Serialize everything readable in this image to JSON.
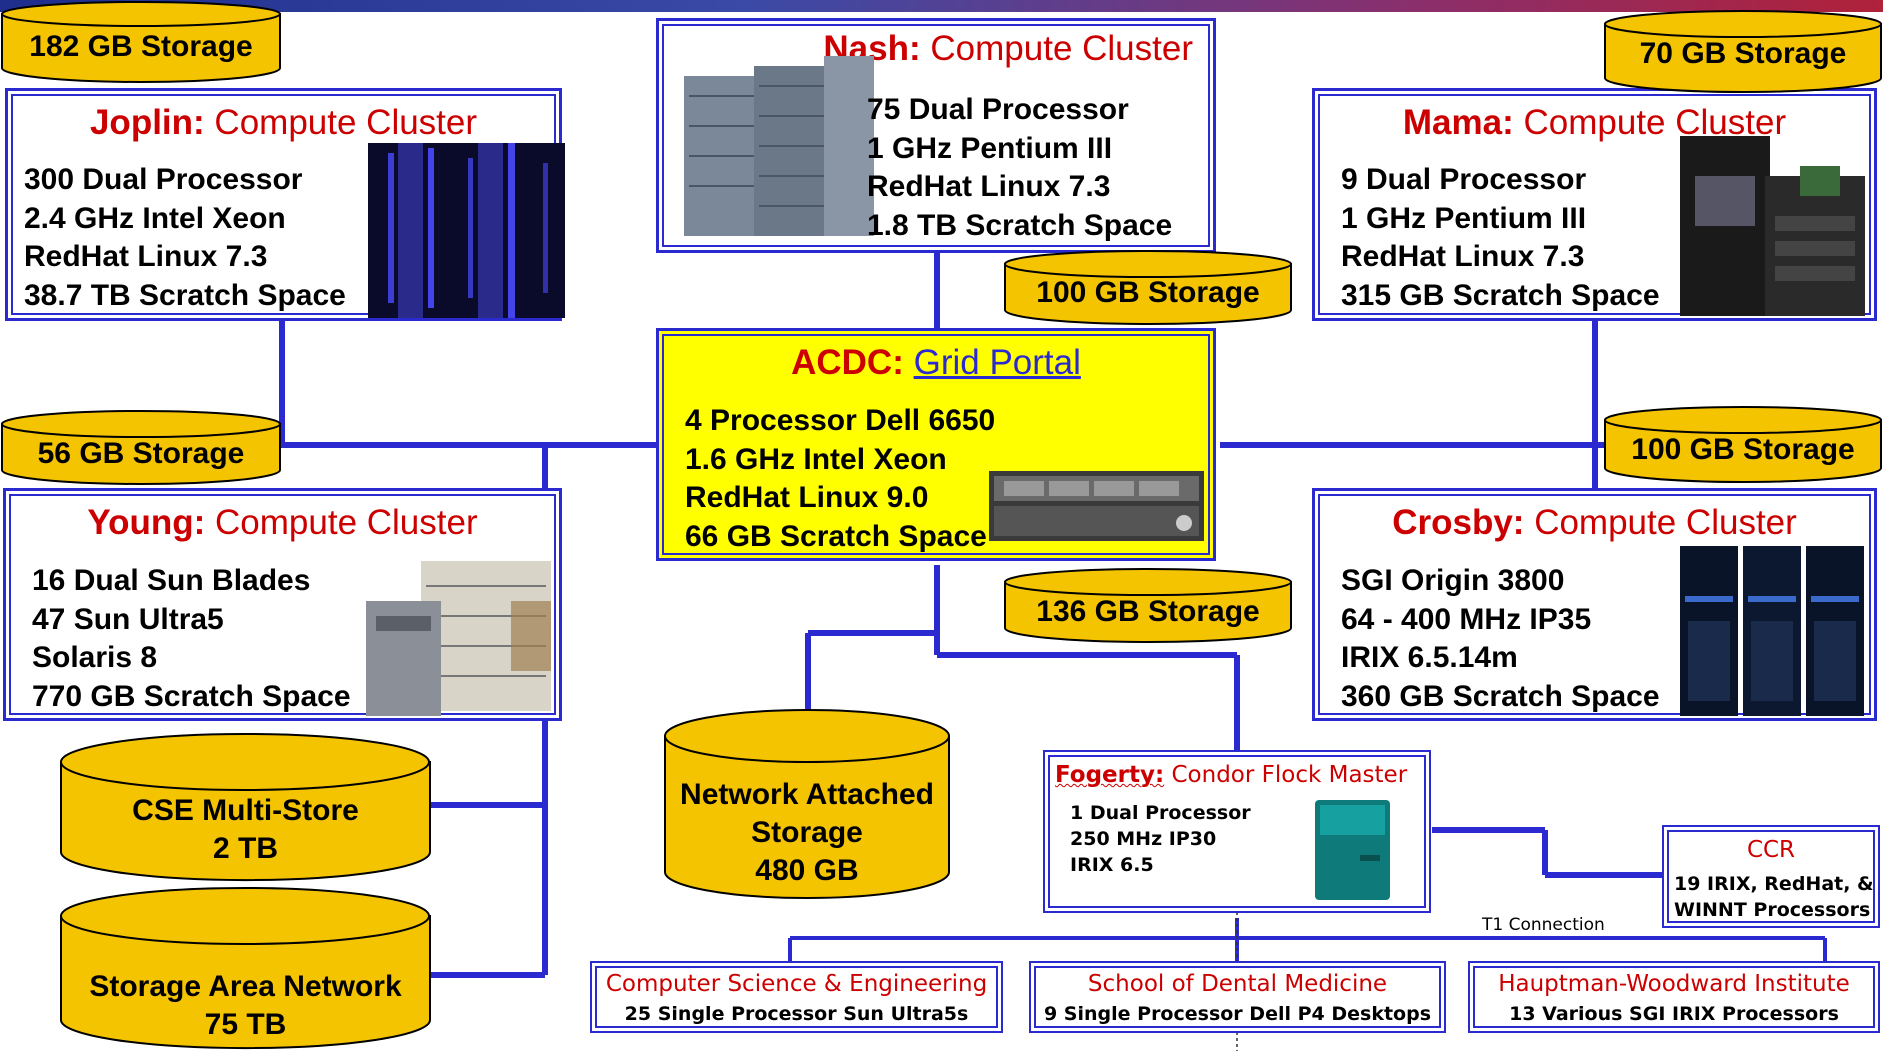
{
  "clusters": {
    "joplin": {
      "name": "Joplin:",
      "role": "Compute Cluster",
      "lines": [
        "300 Dual Processor",
        "2.4 GHz Intel Xeon",
        "RedHat Linux 7.3",
        "38.7 TB Scratch Space"
      ]
    },
    "nash": {
      "name": "Nash:",
      "role": "Compute Cluster",
      "lines": [
        "75 Dual Processor",
        "1 GHz Pentium III",
        "RedHat Linux 7.3",
        "1.8 TB Scratch Space"
      ]
    },
    "mama": {
      "name": "Mama:",
      "role": "Compute Cluster",
      "lines": [
        "9 Dual Processor",
        "1 GHz Pentium III",
        "RedHat Linux 7.3",
        "315 GB Scratch Space"
      ]
    },
    "young": {
      "name": "Young:",
      "role": "Compute Cluster",
      "lines": [
        "16 Dual Sun Blades",
        "47 Sun Ultra5",
        "Solaris 8",
        "770 GB Scratch Space"
      ]
    },
    "crosby": {
      "name": "Crosby:",
      "role": "Compute Cluster",
      "lines": [
        "SGI Origin 3800",
        "64 - 400 MHz IP35",
        "IRIX 6.5.14m",
        "360 GB Scratch Space"
      ]
    }
  },
  "acdc": {
    "name": "ACDC:",
    "role": "Grid Portal",
    "lines": [
      "4 Processor Dell 6650",
      "1.6 GHz Intel Xeon",
      "RedHat Linux 9.0",
      "66 GB Scratch Space"
    ]
  },
  "fogerty": {
    "name": "Fogerty:",
    "role": "Condor Flock Master",
    "lines": [
      "1 Dual Processor",
      "250 MHz IP30",
      "IRIX 6.5"
    ]
  },
  "ccr": {
    "title": "CCR",
    "lines": [
      "19 IRIX, RedHat, &",
      "WINNT Processors"
    ]
  },
  "storage": {
    "s182": "182 GB Storage",
    "s70": "70 GB Storage",
    "s100a": "100 GB Storage",
    "s56": "56 GB Storage",
    "s100b": "100 GB Storage",
    "s136": "136 GB Storage",
    "nas": [
      "Network Attached",
      "Storage",
      "480 GB"
    ],
    "cse": [
      "CSE Multi-Store",
      "2 TB"
    ],
    "san": [
      "Storage Area Network",
      "75 TB"
    ]
  },
  "sites": [
    {
      "title": "Computer Science & Engineering",
      "desc": "25 Single Processor Sun Ultra5s"
    },
    {
      "title": "School of Dental Medicine",
      "desc": "9 Single Processor Dell P4 Desktops"
    },
    {
      "title": "Hauptman-Woodward Institute",
      "desc": "13 Various SGI IRIX Processors"
    }
  ],
  "t1_label": "T1 Connection",
  "colors": {
    "line_blue": "#2a2ad0",
    "storage_gold": "#f5c400",
    "portal_yellow": "#ffff00",
    "title_red": "#cc0000"
  }
}
